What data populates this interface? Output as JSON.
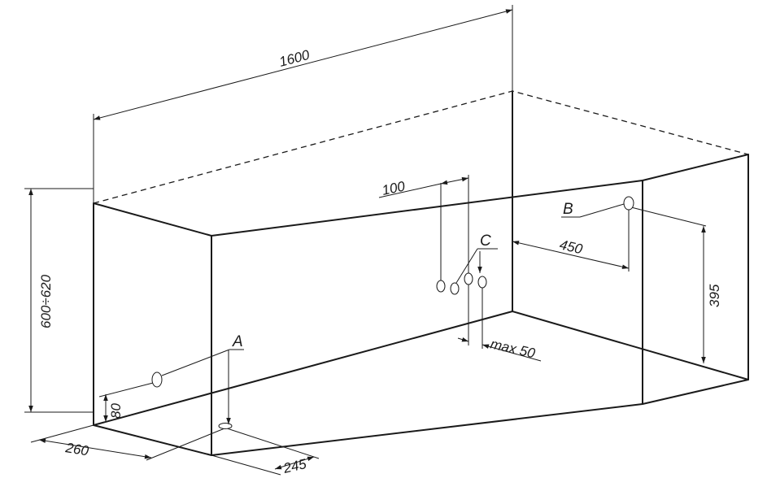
{
  "dimensions": {
    "length": "1600",
    "height": "600÷620",
    "c_spacing": "100",
    "b_offset": "450",
    "b_height": "395",
    "c_max": "max 50",
    "a_height": "80",
    "a_offset_left": "260",
    "a_offset_floor": "245"
  },
  "points": {
    "a": "A",
    "b": "B",
    "c": "C"
  }
}
